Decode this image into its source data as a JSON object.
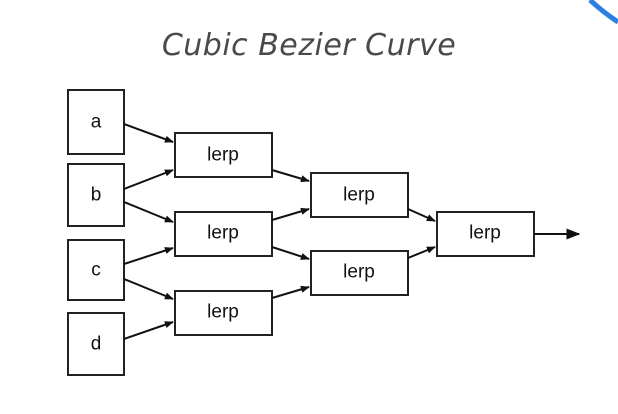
{
  "title": "Cubic Bezier Curve",
  "nodes": {
    "a": "a",
    "b": "b",
    "c": "c",
    "d": "d",
    "lerp_ab": "lerp",
    "lerp_bc": "lerp",
    "lerp_cd": "lerp",
    "lerp_abc": "lerp",
    "lerp_bcd": "lerp",
    "lerp_final": "lerp"
  },
  "colors": {
    "title": "#4a4a4a",
    "stroke": "#222222",
    "accent_arc": "#2f7fe0"
  }
}
